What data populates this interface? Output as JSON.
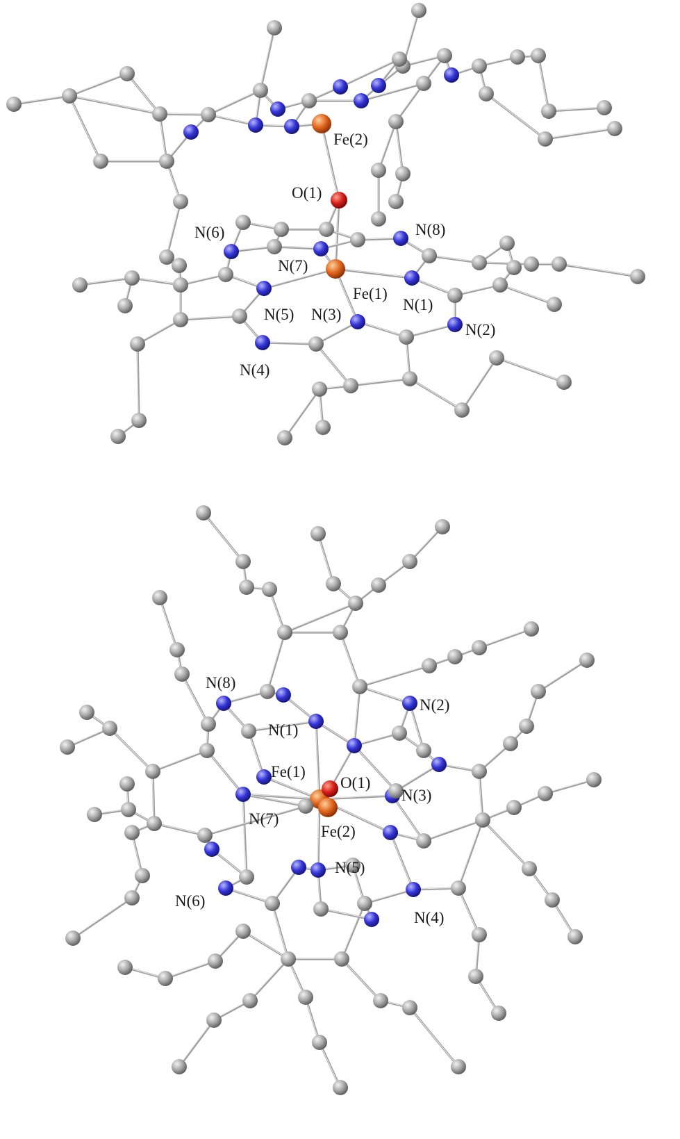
{
  "colors": {
    "carbon": "#9a9a9a",
    "nitrogen": "#3a3ad8",
    "iron": "#e0661c",
    "oxygen": "#d8201a",
    "bond": "#9e9e9e",
    "background": "#ffffff"
  },
  "panels": [
    {
      "id": "side-view",
      "labels": [
        "Fe(2)",
        "O(1)",
        "N(6)",
        "N(8)",
        "N(7)",
        "Fe(1)",
        "N(1)",
        "N(5)",
        "N(3)",
        "N(2)",
        "N(4)"
      ]
    },
    {
      "id": "top-view",
      "labels": [
        "N(8)",
        "N(2)",
        "N(1)",
        "Fe(1)",
        "O(1)",
        "N(7)",
        "N(3)",
        "Fe(2)",
        "N(5)",
        "N(6)",
        "N(4)"
      ]
    }
  ]
}
